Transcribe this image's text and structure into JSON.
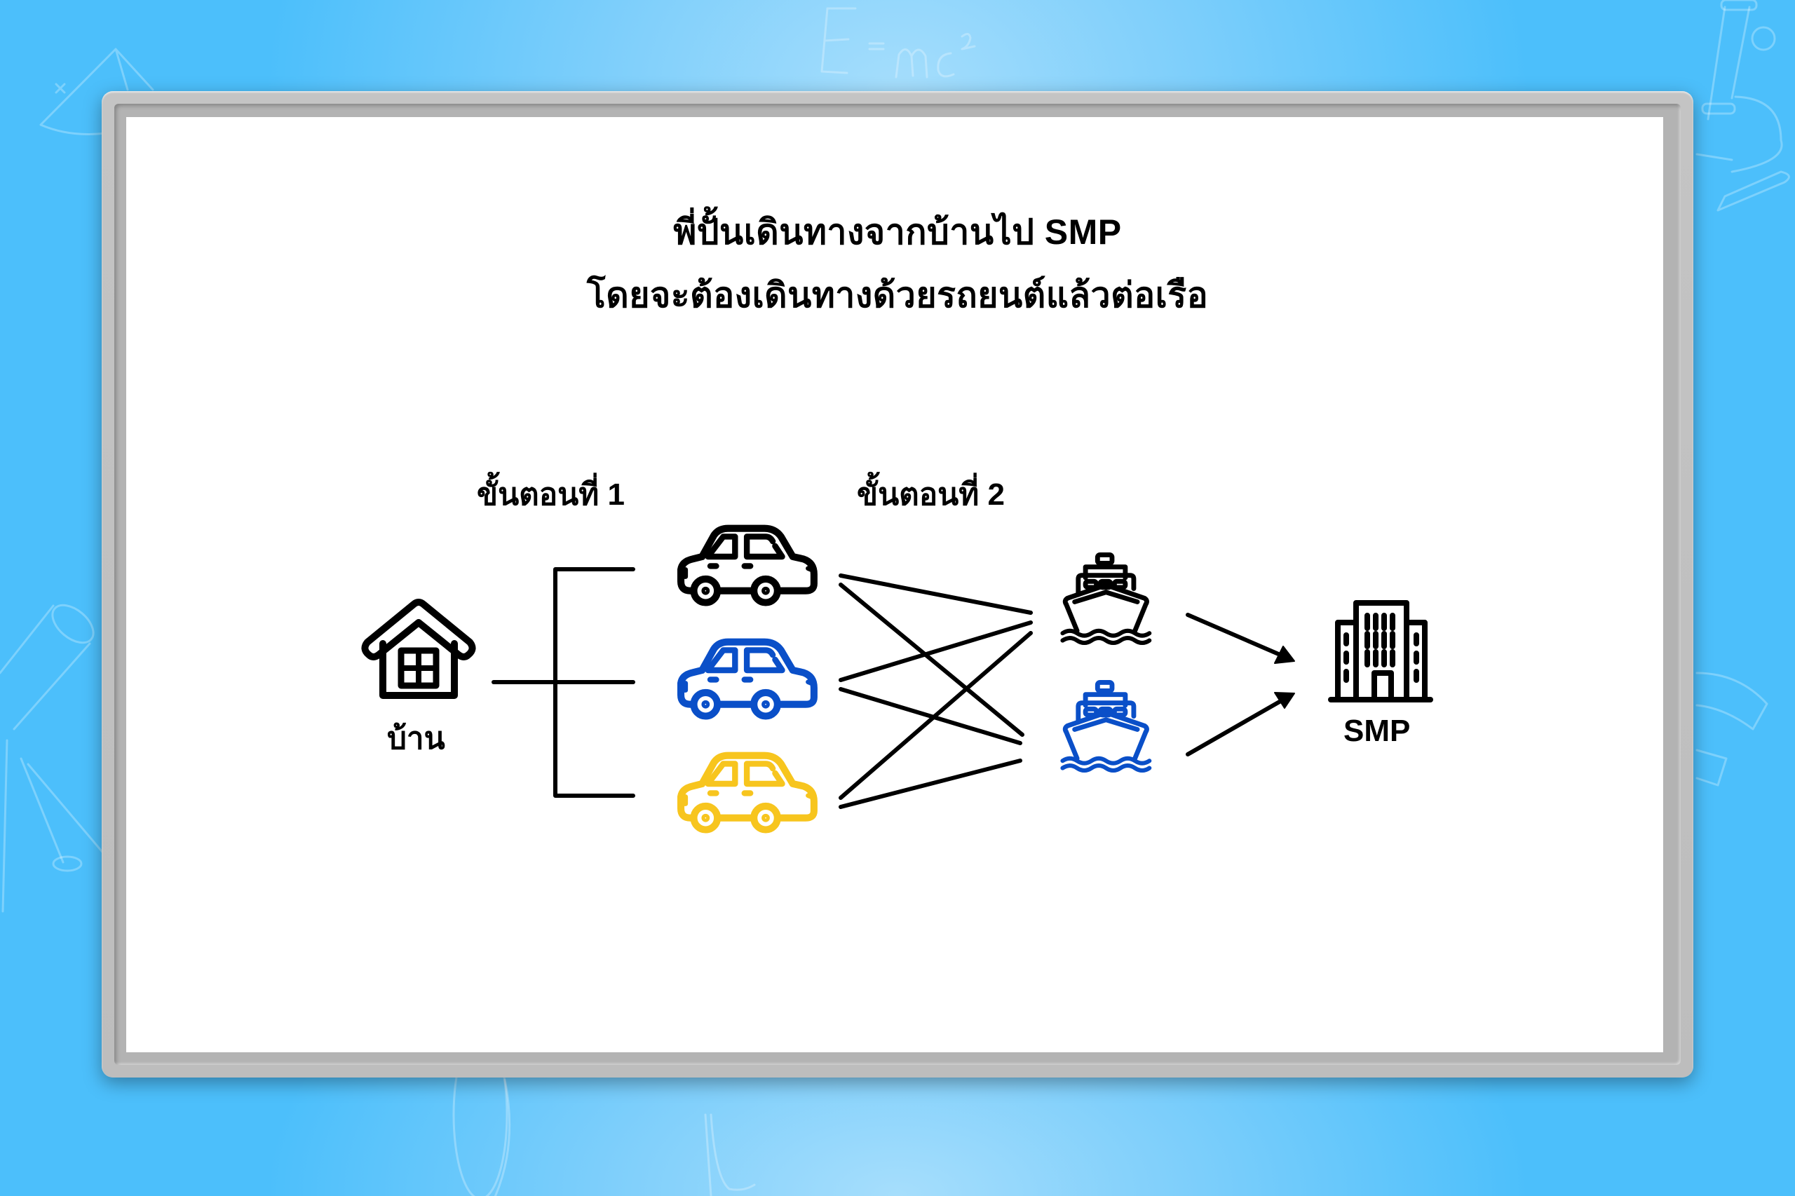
{
  "title": {
    "line1": "พี่ปั้นเดินทางจากบ้านไป SMP",
    "line2": "โดยจะต้องเดินทางด้วยรถยนต์แล้วต่อเรือ"
  },
  "steps": [
    {
      "label": "ขั้นตอนที่ 1"
    },
    {
      "label": "ขั้นตอนที่ 2"
    }
  ],
  "nodes": {
    "origin": {
      "label": "บ้าน",
      "icon": "house-icon"
    },
    "destination": {
      "label": "SMP",
      "icon": "building-icon"
    },
    "cars": [
      {
        "icon": "car-icon",
        "color": "#000000"
      },
      {
        "icon": "car-icon",
        "color": "#0a4fc8"
      },
      {
        "icon": "car-icon",
        "color": "#f7c51e"
      }
    ],
    "boats": [
      {
        "icon": "ship-icon",
        "color": "#000000"
      },
      {
        "icon": "ship-icon",
        "color": "#0a4fc8"
      }
    ]
  },
  "background": {
    "doodles": [
      "E=mc²",
      "cone",
      "telescope",
      "microscope",
      "magnet",
      "globe"
    ],
    "colors": {
      "edge": "#4cbffb",
      "center": "#a6defc",
      "frame": "#c0c0c0",
      "board": "#ffffff"
    }
  }
}
